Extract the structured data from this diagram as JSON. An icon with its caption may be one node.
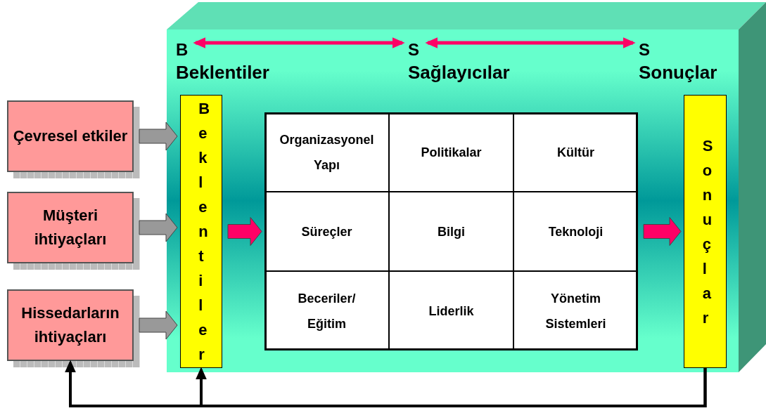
{
  "diagram": {
    "nodes": [
      {
        "text": [],
        "shape": "box"
      },
      {
        "text": [
          "B"
        ],
        "in": 0,
        "beside": [
          "Beklentiler"
        ]
      },
      {
        "text": [
          "S"
        ],
        "in": 0,
        "beside": [
          "Sağlayıcılar"
        ]
      },
      {
        "text": [
          "S"
        ],
        "in": 0,
        "beside": [
          "Sonuçlar"
        ]
      },
      {
        "text": [
          "Çevresel etkiler"
        ]
      },
      {
        "text": [
          "Müşteri ihtiyaçları"
        ]
      },
      {
        "text": [
          "Hissedarların ihtiyaçları"
        ]
      },
      {
        "text": [
          "Beklentiler"
        ],
        "in": 0
      },
      {
        "text": [],
        "shape": "box",
        "in": 0
      },
      {
        "text": [
          "Organizasyonel Yapı"
        ],
        "in": 8
      },
      {
        "text": [
          "Politikalar"
        ],
        "in": 8
      },
      {
        "text": [
          "Kültür"
        ],
        "in": 8
      },
      {
        "text": [
          "Süreçler"
        ],
        "in": 8
      },
      {
        "text": [
          "Bilgi"
        ],
        "in": 8
      },
      {
        "text": [
          "Teknoloji"
        ],
        "in": 8
      },
      {
        "text": [
          "Beceriler/ Eğitim"
        ],
        "in": 8
      },
      {
        "text": [
          "Liderlik"
        ],
        "in": 8
      },
      {
        "text": [
          "Yönetim Sistemleri"
        ],
        "in": 8
      },
      {
        "text": [
          "Sonuçlar"
        ],
        "in": 0
      }
    ],
    "edges": [
      {
        "from": 1,
        "to": 2,
        "arrow": "both",
        "color": "#ff0066"
      },
      {
        "from": 2,
        "to": 3,
        "arrow": "both",
        "color": "#ff0066"
      },
      {
        "from": 4,
        "to": 7,
        "arrow": "to",
        "style": "thick",
        "color": "#999999"
      },
      {
        "from": 5,
        "to": 7,
        "arrow": "to",
        "style": "thick",
        "color": "#999999"
      },
      {
        "from": 6,
        "to": 7,
        "arrow": "to",
        "style": "thick",
        "color": "#999999"
      },
      {
        "from": 7,
        "to": 8,
        "arrow": "to",
        "style": "thick",
        "color": "#ff0066"
      },
      {
        "from": 8,
        "to": 18,
        "arrow": "to",
        "style": "thick",
        "color": "#ff0066"
      },
      {
        "from": 18,
        "to": 6,
        "arrow": "to",
        "color": "#000000"
      },
      {
        "from": 18,
        "to": 7,
        "arrow": "to",
        "color": "#000000"
      }
    ]
  }
}
